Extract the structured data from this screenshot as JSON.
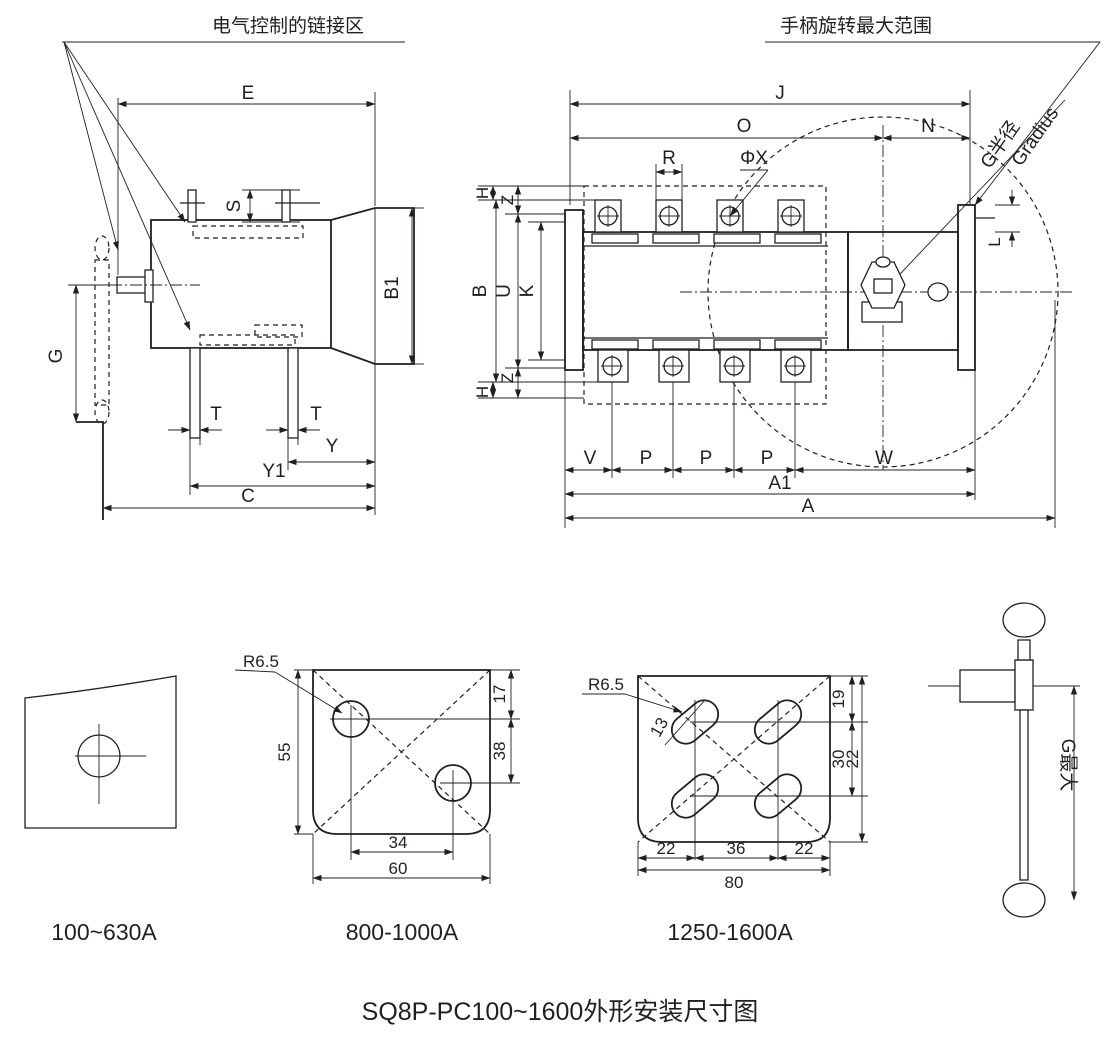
{
  "figure_title": "SQ8P-PC100~1600外形安装尺寸图",
  "top_left_view": {
    "callout": "电气控制的链接区",
    "dims": {
      "E": "E",
      "S": "S",
      "B1": "B1",
      "G": "G",
      "T1": "T",
      "T2": "T",
      "Y": "Y",
      "Y1": "Y1",
      "C": "C"
    }
  },
  "top_right_view": {
    "callout": "手柄旋转最大范围",
    "radius_label_cn": "G半径",
    "radius_label_en": "Gradius",
    "dims": {
      "J": "J",
      "O": "O",
      "N": "N",
      "R": "R",
      "PhiX": "ΦX",
      "H1": "H",
      "Z1": "Z",
      "B": "B",
      "U": "U",
      "K": "K",
      "Z2": "Z",
      "H2": "H",
      "L": "L",
      "V": "V",
      "P1": "P",
      "P2": "P",
      "P3": "P",
      "W": "W",
      "A1": "A1",
      "A": "A"
    }
  },
  "mount_patterns": [
    {
      "caption": "100~630A"
    },
    {
      "caption": "800-1000A",
      "labels": {
        "radius": "R6.5",
        "h1": "17",
        "h2": "38",
        "height": "55",
        "w1": "34",
        "width": "60"
      }
    },
    {
      "caption": "1250-1600A",
      "labels": {
        "radius": "R6.5",
        "slot": "13",
        "h1": "19",
        "h2": "30",
        "h3": "22",
        "w1": "22",
        "w2": "36",
        "w3": "22",
        "width": "80"
      }
    }
  ],
  "handle_view": {
    "label": "G最大"
  }
}
